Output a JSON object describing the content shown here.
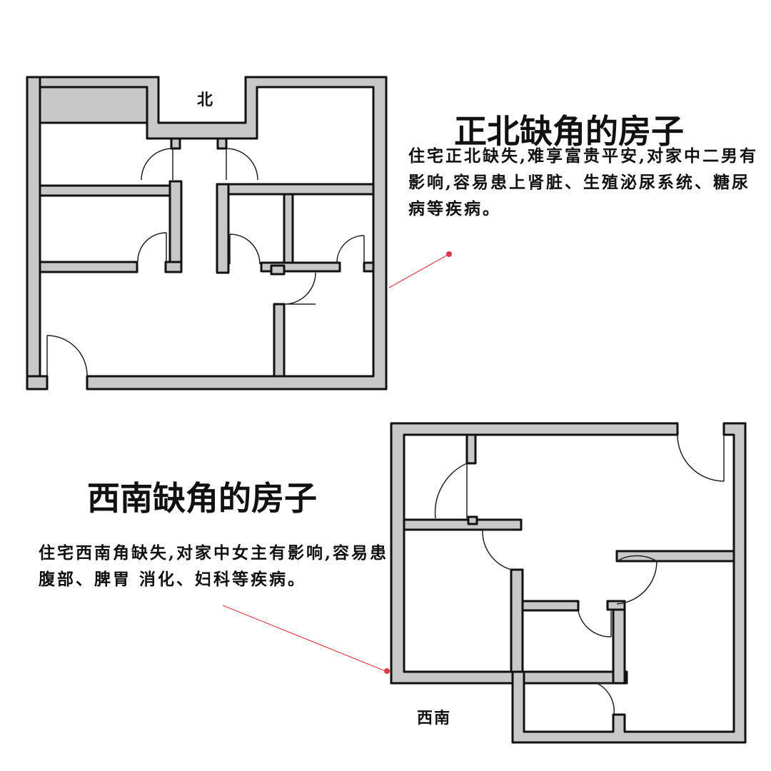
{
  "plan_north": {
    "title": "正北缺角的房子",
    "direction_label": "北",
    "description": "住宅正北缺失,难享富贵平安,对家中二男有影响,容易患上肾脏、生殖泌尿系统、糖尿病等疾病。"
  },
  "plan_southwest": {
    "title": "西南缺角的房子",
    "direction_label": "西南",
    "description": "住宅西南角缺失,对家中女主有影响,容易患腹部、脾胃 消化、妇科等疾病。"
  },
  "colors": {
    "wall_fill": "#c8c8c8",
    "wall_outline": "#111111",
    "annotation_line": "#e03a4a",
    "background": "#ffffff"
  }
}
